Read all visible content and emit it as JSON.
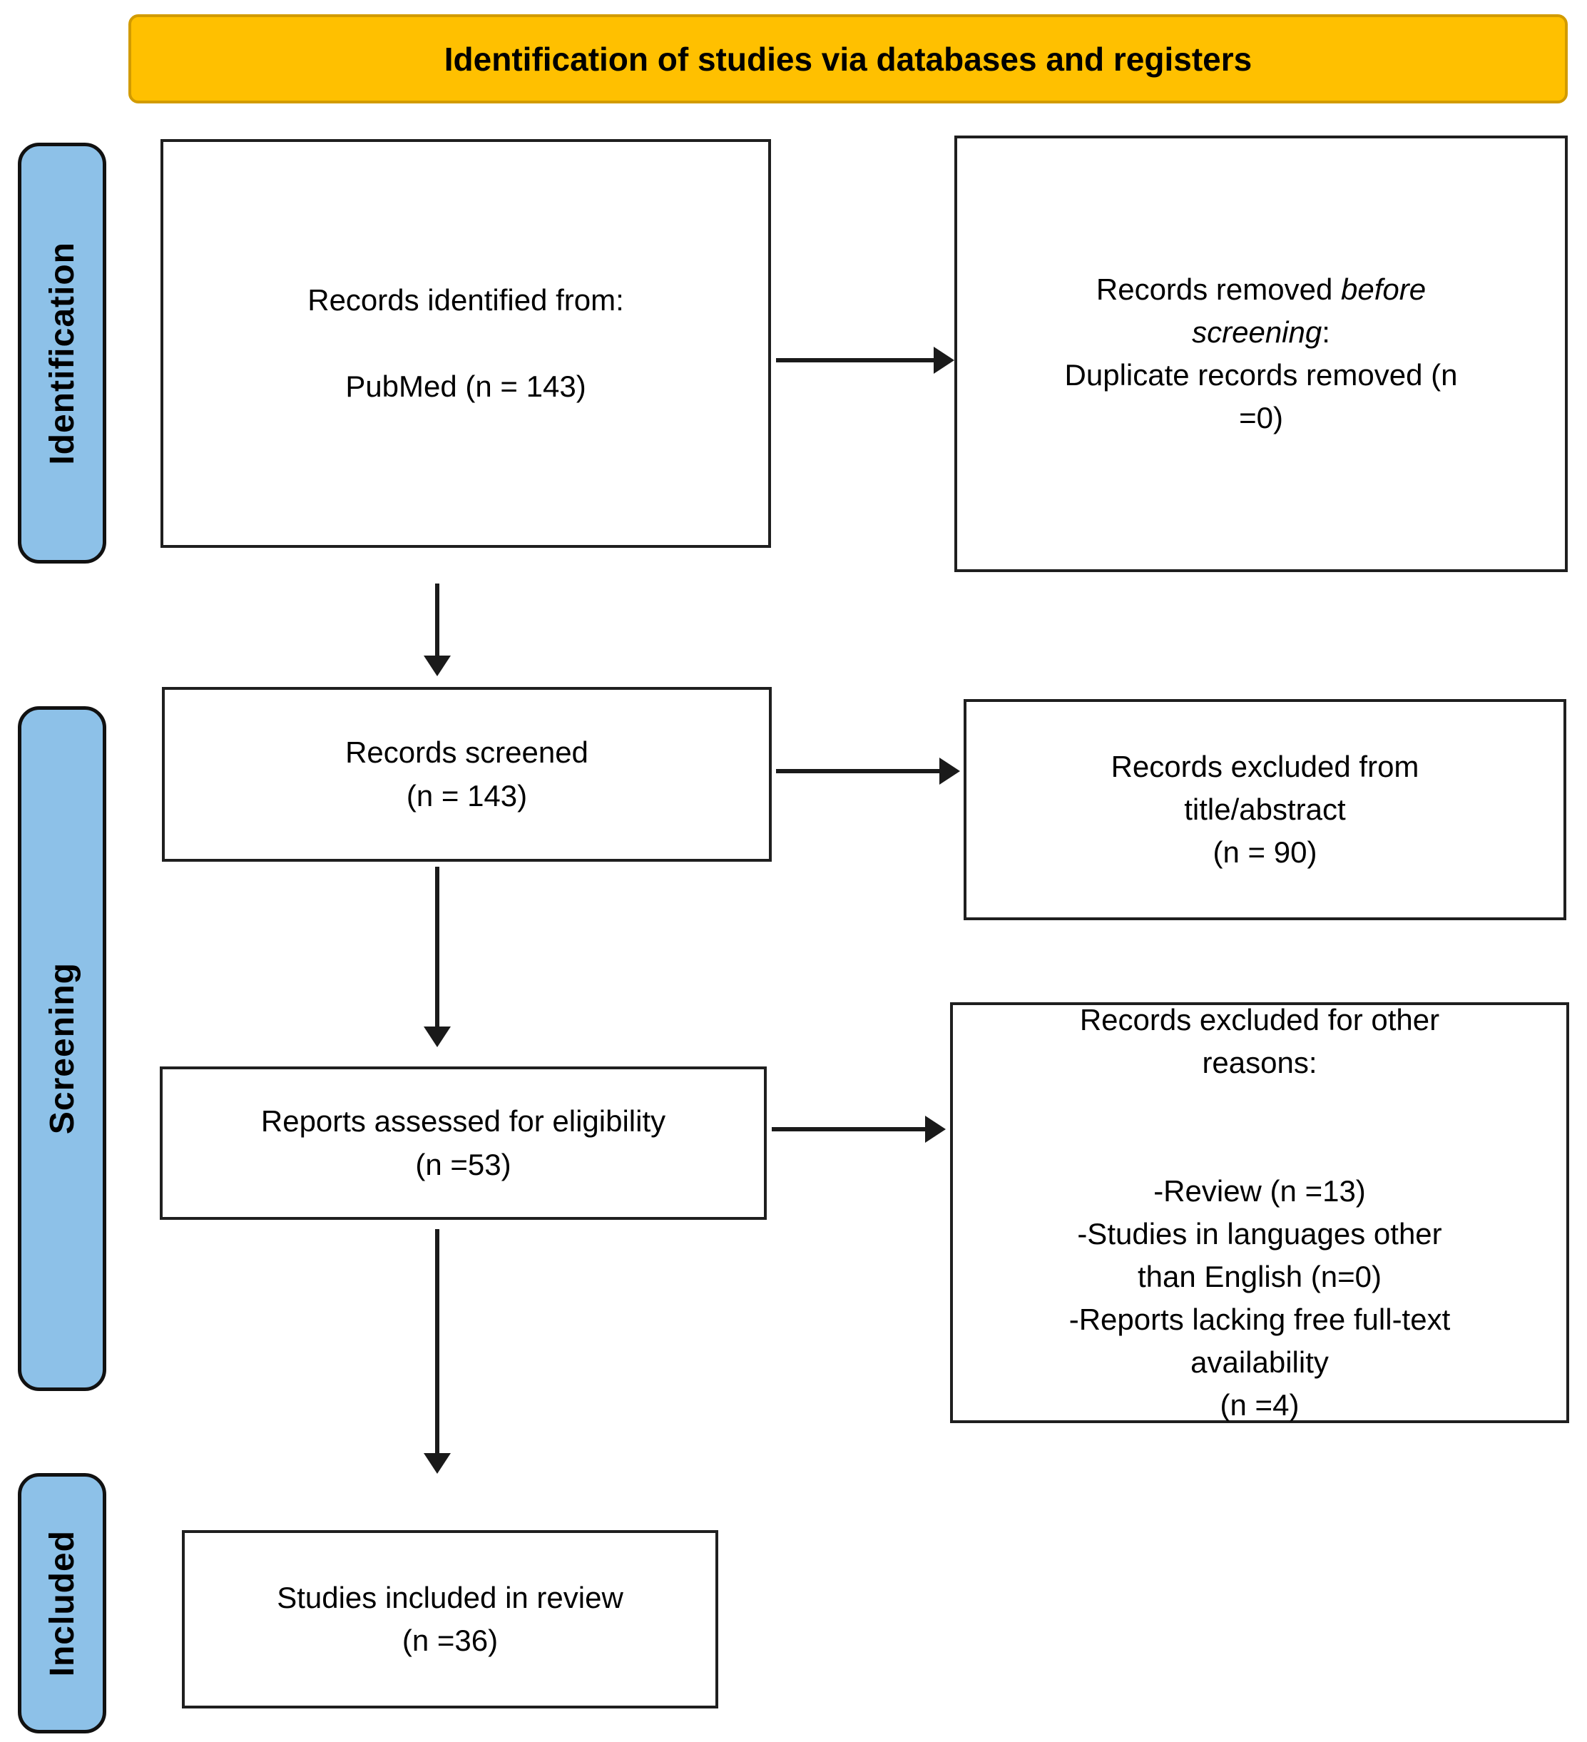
{
  "header": {
    "title": "Identification of studies via databases and registers"
  },
  "stages": {
    "identification": "Identification",
    "screening": "Screening",
    "included": "Included"
  },
  "boxes": {
    "records_identified": "Records identified from:\n\nPubMed (n = 143)",
    "records_removed": {
      "prefix": "Records removed ",
      "italic": "before\nscreening",
      "suffix": ":\nDuplicate records removed (n\n=0)"
    },
    "records_screened": "Records screened\n(n = 143)",
    "records_excluded_title_abstract": "Records excluded from\ntitle/abstract\n(n = 90)",
    "reports_assessed": "Reports assessed for eligibility\n(n =53)",
    "records_excluded_other": "Records excluded for other\nreasons:\n\n\n-Review (n =13)\n-Studies in languages other\nthan English (n=0)\n-Reports lacking free full-text\navailability\n(n =4)",
    "studies_included": "Studies included in review\n(n =36)"
  },
  "colors": {
    "header_bg": "#FFC000",
    "header_border": "#D29B00",
    "stage_bg": "#8DC1E8",
    "stage_border": "#111111",
    "box_border": "#1F1F1F",
    "arrow_color": "#1A1A1A",
    "text_color": "#000000"
  }
}
